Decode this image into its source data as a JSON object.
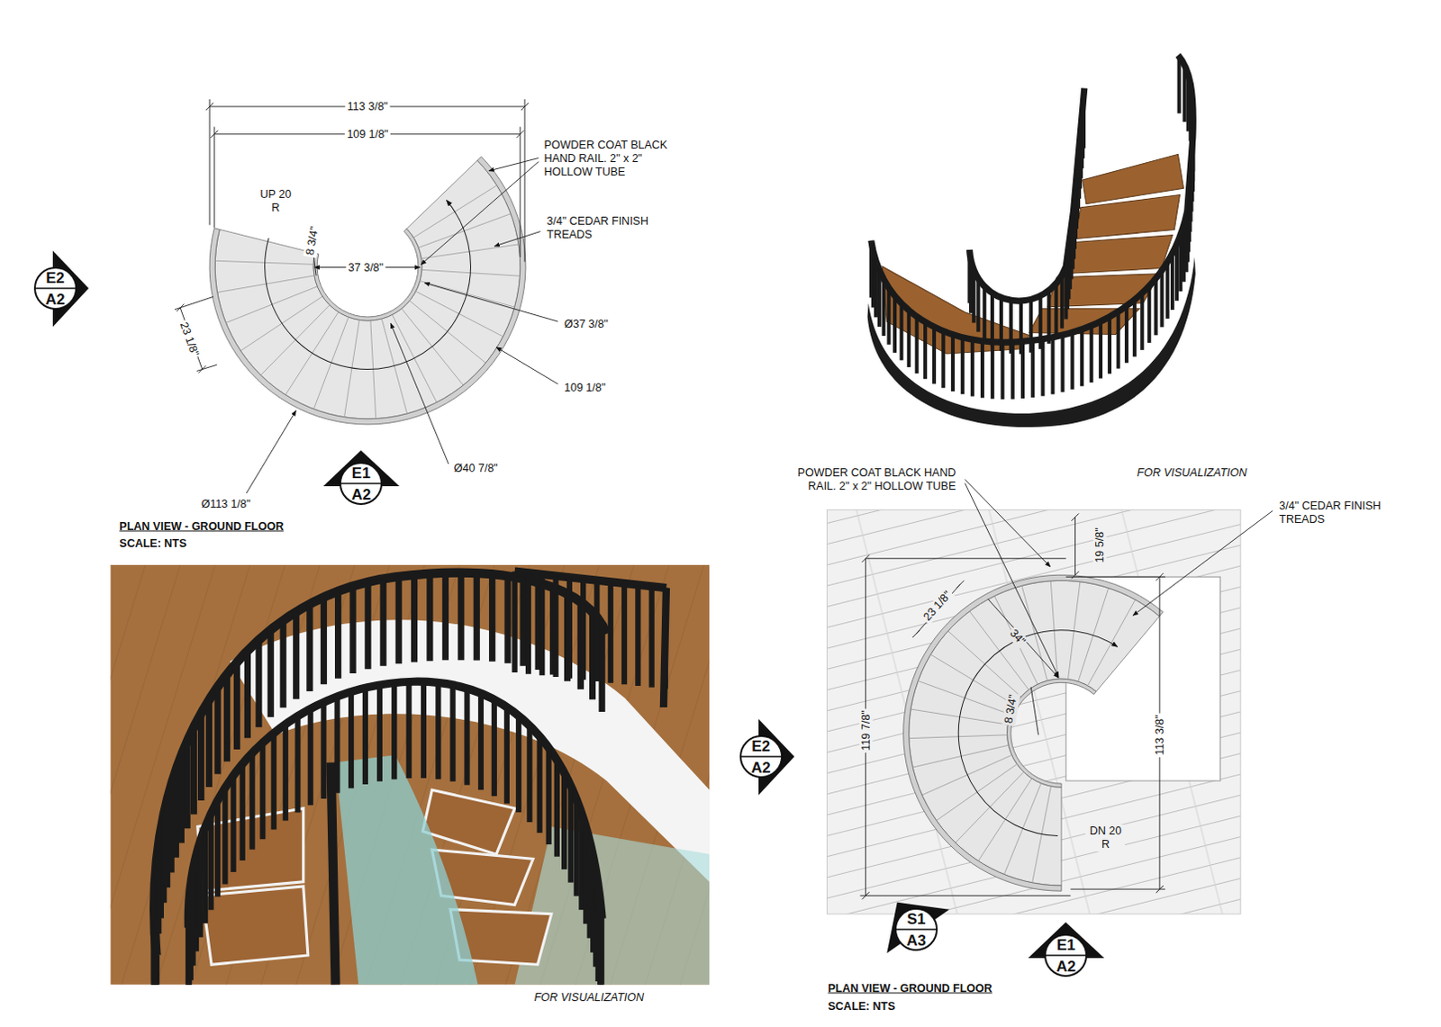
{
  "diagram": {
    "nodes": [
      {
        "text": [
          "E2",
          "A2"
        ]
      },
      {
        "text": [
          "E1",
          "A2"
        ]
      },
      {
        "text": [
          "E2",
          "A2"
        ]
      },
      {
        "text": [
          "S1",
          "A3"
        ]
      },
      {
        "text": [
          "E1",
          "A2"
        ]
      }
    ],
    "labels": [
      "113 3/8\"",
      "109 1/8\"",
      "POWDER COAT BLACK HAND RAIL. 2\" x 2\" HOLLOW TUBE",
      "3/4\" CEDAR FINISH TREADS",
      "UP 20 R",
      "8 3/4\"",
      "37 3/8\"",
      "23 1/8\"",
      "Ø37 3/8\"",
      "109 1/8\"",
      "Ø40 7/8\"",
      "Ø113 1/8\"",
      "PLAN VIEW - GROUND FLOOR",
      "SCALE: NTS",
      "FOR VISUALIZATION",
      "FOR VISUALIZATION",
      "POWDER COAT BLACK HAND RAIL. 2\" x 2\" HOLLOW TUBE",
      "3/4\" CEDAR FINISH TREADS",
      "19 5/8\"",
      "23 1/8\"",
      "34\"",
      "8 3/4\"",
      "119 7/8\"",
      "113 3/8\"",
      "DN 20 R",
      "PLAN VIEW - GROUND FLOOR",
      "SCALE: NTS"
    ]
  }
}
